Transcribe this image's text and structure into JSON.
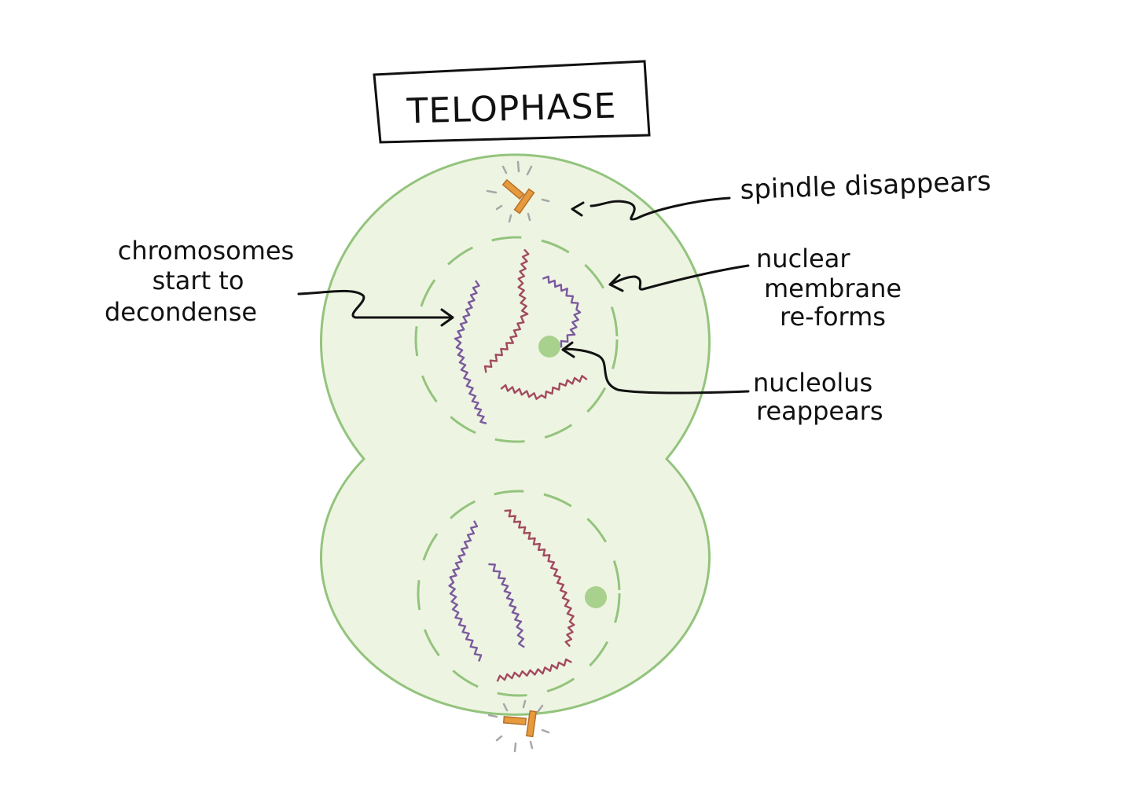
{
  "title": "TELOPHASE",
  "labels": {
    "spindle": "spindle disappears",
    "chromosomes": [
      "chromosomes",
      "start to",
      "decondense"
    ],
    "membrane": [
      "nuclear",
      "membrane",
      "re-forms"
    ],
    "nucleolus": [
      "nucleolus",
      "reappears"
    ]
  },
  "colors": {
    "cell_fill": "#eef4e2",
    "cell_stroke": "#93c47d",
    "nucleus_dash": "#93c47d",
    "nucleolus": "#a9d18e",
    "chromosome_purple": "#7a5a9e",
    "chromosome_red": "#a24a5e",
    "centriole": "#e69a3c",
    "centriole_stroke": "#b5702a",
    "aster": "#a7a7a7",
    "ink": "#111111"
  }
}
